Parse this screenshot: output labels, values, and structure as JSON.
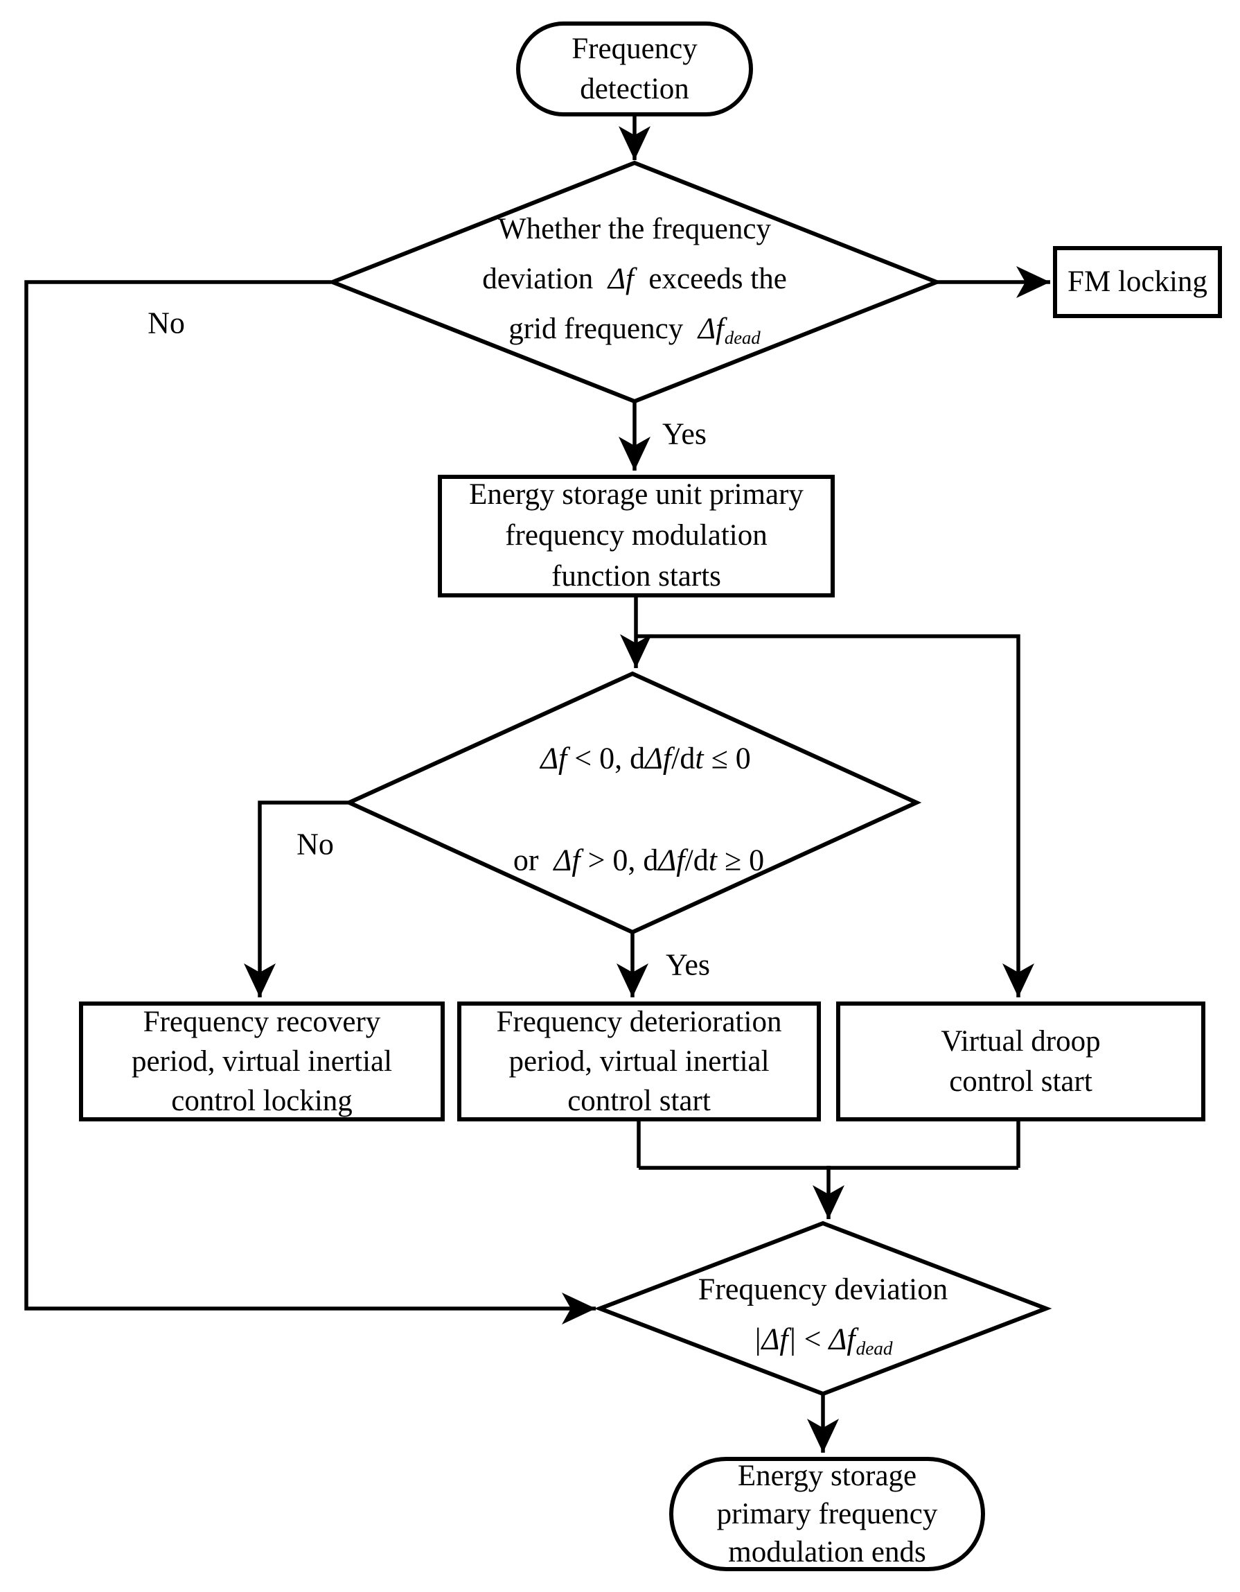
{
  "colors": {
    "stroke": "#000000",
    "background": "#ffffff"
  },
  "nodes": {
    "start": {
      "line1": "Frequency",
      "line2": "detection"
    },
    "decision1": {
      "line1": "Whether the frequency",
      "line2a": "deviation  ",
      "line2b": "Δf",
      "line2c": "  exceeds the",
      "line3a": "grid frequency  ",
      "line3b": "Δf",
      "line3sub": "dead"
    },
    "fm": {
      "label": "FM locking"
    },
    "energy": {
      "line1": "Energy storage unit primary",
      "line2": "frequency modulation",
      "line3": "function starts"
    },
    "decision2": {
      "l1a": "Δf",
      "l1b": " < 0, d",
      "l1c": "Δf",
      "l1d": "/d",
      "l1e": "t",
      "l1f": " ≤ 0",
      "l2a": "or  ",
      "l2b": "Δf",
      "l2c": " > 0, d",
      "l2d": "Δf",
      "l2e": "/d",
      "l2f": "t",
      "l2g": " ≥ 0"
    },
    "recovery": {
      "line1": "Frequency recovery",
      "line2": "period, virtual inertial",
      "line3": "control locking"
    },
    "deterioration": {
      "line1": "Frequency deterioration",
      "line2": "period, virtual inertial",
      "line3": "control start"
    },
    "droop": {
      "line1": "Virtual droop",
      "line2": "control start"
    },
    "decision3": {
      "line1": "Frequency deviation",
      "l2a": "|Δf|",
      "l2b": " < ",
      "l2c": "Δf",
      "l2sub": "dead"
    },
    "end": {
      "line1": "Energy storage",
      "line2": "primary frequency",
      "line3": "modulation ends"
    }
  },
  "edge_labels": {
    "no1": "No",
    "yes1": "Yes",
    "no2": "No",
    "yes2": "Yes"
  }
}
